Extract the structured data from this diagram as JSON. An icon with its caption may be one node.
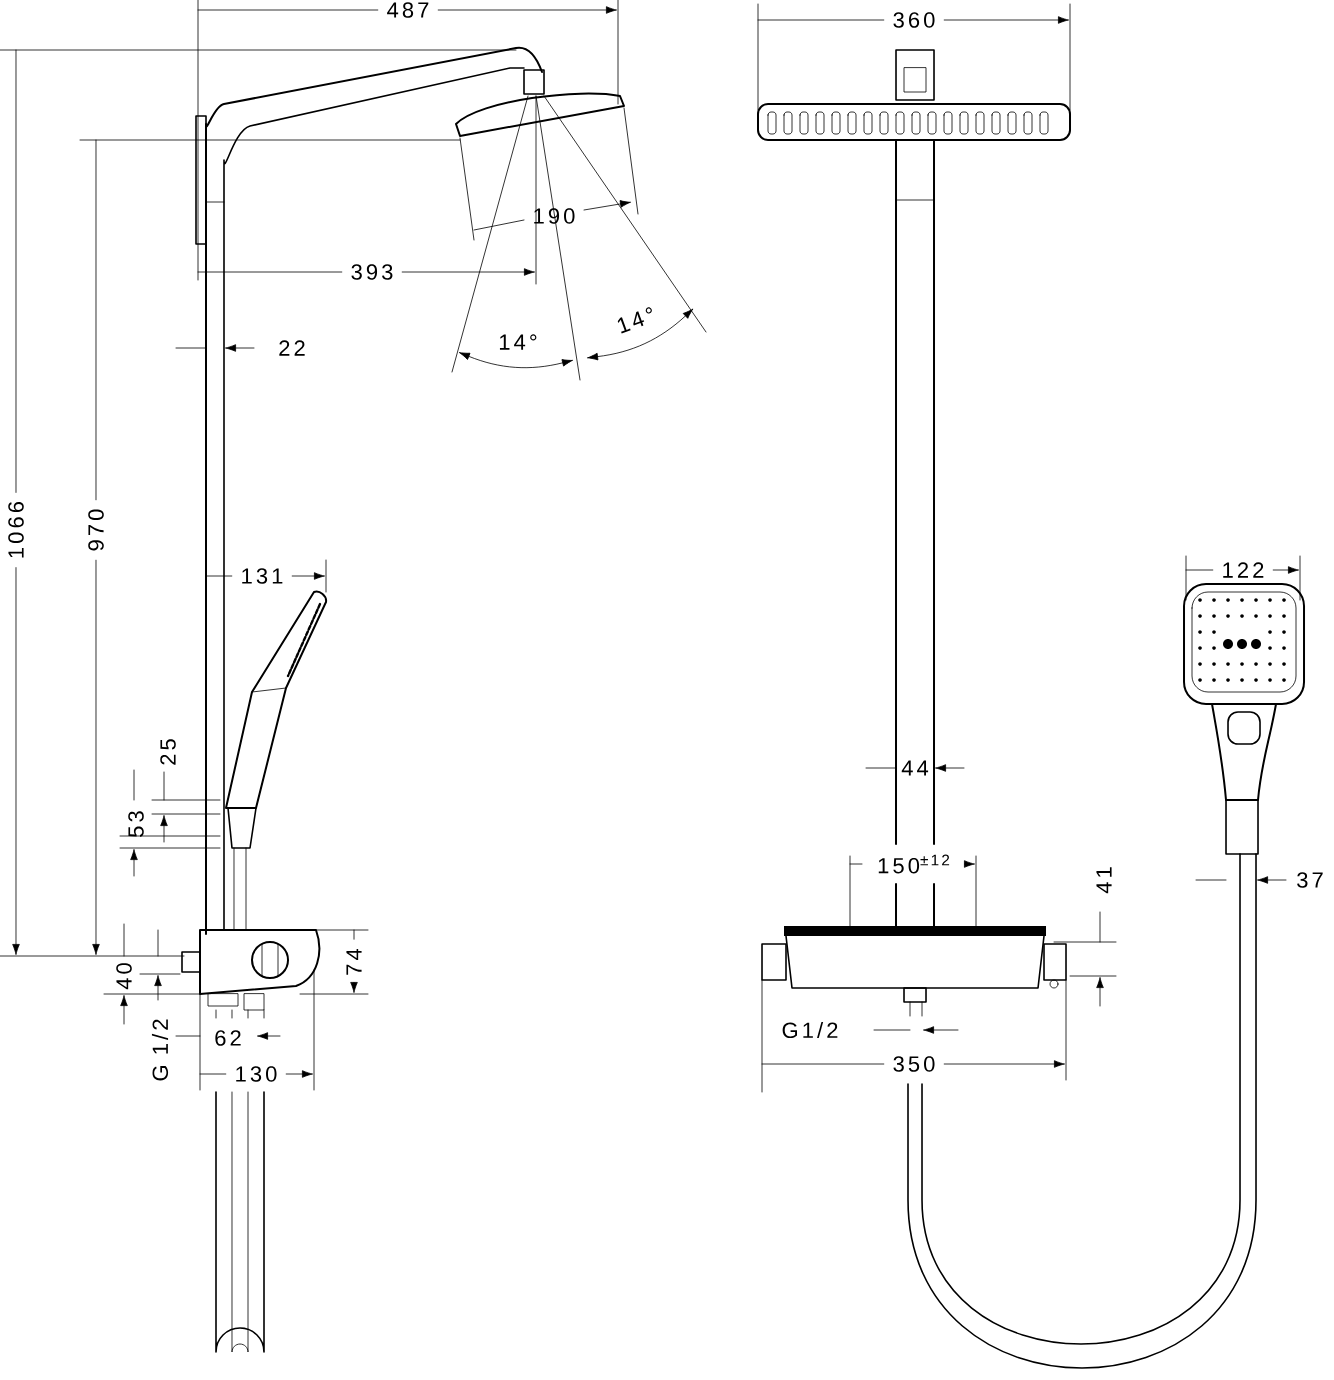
{
  "diagram": {
    "labels": [
      "487",
      "360",
      "190",
      "393",
      "22",
      "14°",
      "14°",
      "1066",
      "970",
      "131",
      "122",
      "25",
      "53",
      "44",
      "150$^{±12}$",
      "41",
      "37",
      "40",
      "74",
      "G 1/2",
      "62",
      "G1/2",
      "130",
      "350"
    ]
  }
}
